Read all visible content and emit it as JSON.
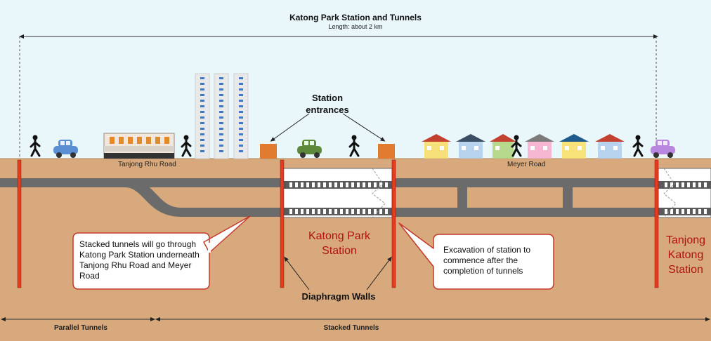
{
  "title": "Katong Park Station and Tunnels",
  "subtitle": "Length: about 2 km",
  "station_entrances_label": "Station entrances",
  "roads": {
    "left": "Tanjong Rhu Road",
    "right": "Meyer Road"
  },
  "stations": {
    "katong_park": "Katong Park Station",
    "tanjong_katong": "Tanjong Katong Station"
  },
  "callouts": {
    "stacked": "Stacked tunnels will go through Katong Park Station underneath Tanjong Rhu Road and Meyer Road",
    "excavation": "Excavation of station to commence after the completion of tunnels"
  },
  "diaphragm_walls_label": "Diaphragm Walls",
  "bottom": {
    "parallel": "Parallel Tunnels",
    "stacked": "Stacked Tunnels"
  },
  "colors": {
    "sky": "#e9f7fb",
    "ground": "#d7a97c",
    "tunnel": "#6b6b6b",
    "wall": "#e53b1e",
    "entrance": "#e07b2f",
    "station_text": "#b01212"
  }
}
